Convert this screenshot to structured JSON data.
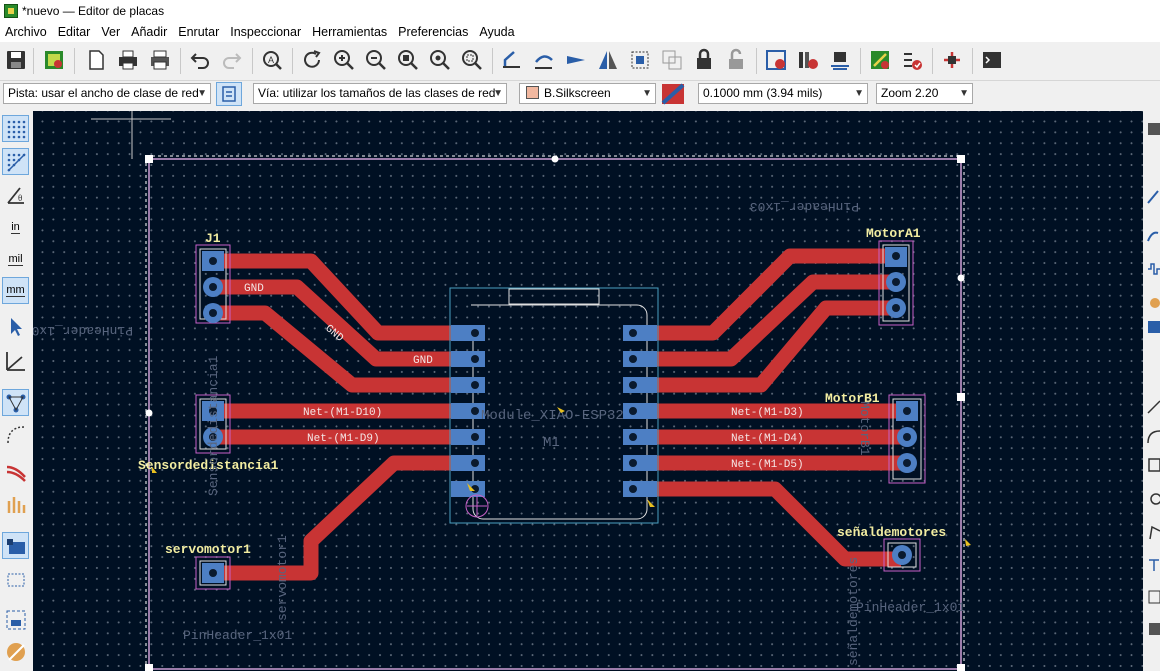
{
  "window": {
    "title": "*nuevo — Editor de placas"
  },
  "menu": [
    "Archivo",
    "Editar",
    "Ver",
    "Añadir",
    "Enrutar",
    "Inspeccionar",
    "Herramientas",
    "Preferencias",
    "Ayuda"
  ],
  "toolbar_icons": [
    "save-icon",
    "board-setup-icon",
    "page-settings-icon",
    "print-icon",
    "plot-icon",
    "undo-icon",
    "redo-icon",
    "find-icon",
    "refresh-icon",
    "zoom-in-icon",
    "zoom-out-icon",
    "zoom-fit-icon",
    "zoom-object-icon",
    "zoom-area-icon",
    "rotate-ccw-icon",
    "rotate-cw-icon",
    "flip-icon",
    "mirror-icon",
    "align-icon",
    "group-icon",
    "lock-icon",
    "unlock-icon",
    "update-pcb-icon",
    "footprint-library-icon",
    "footprint-editor-icon",
    "drc-icon",
    "board-stats-icon",
    "3d-viewer-icon",
    "scripting-console-icon"
  ],
  "options": {
    "track": "Pista: usar el ancho de clase de red",
    "via": "Vía: utilizar los tamaños de las clases de red",
    "layer": "B.Silkscreen",
    "layer_color": "#f2b8a0",
    "grid": "0.1000 mm (3.94 mils)",
    "zoom": "Zoom 2.20"
  },
  "left_tools": [
    "grid-icon",
    "grid-overlay-icon",
    "polar-coords-icon",
    "in",
    "mil",
    "mm",
    "cursor-icon",
    "measure-icon",
    "ratsnest-icon",
    "curved-ratsnest-icon",
    "net-highlight-icon",
    "fill-zones-icon",
    "show-pads-icon",
    "layers-icon",
    "hide-icon",
    "drc-marker-icon"
  ],
  "colors": {
    "canvas_bg": "#001023",
    "track": "#c83434",
    "pad": "#4d7fc4",
    "silk": "#f2eda1",
    "fab": "#58657e",
    "edge": "#d0a0d8"
  },
  "pcb": {
    "footprints": {
      "j1_ref": "J1",
      "j1_val": "PinHeader_1x03",
      "sensor_ref": "Sensordedistancia1",
      "sensor_val": "Sensordedistancia1",
      "servo_ref": "servomotor1",
      "servo_val": "servomotor1",
      "servo_pkg": "PinHeader_1x01",
      "motorA_ref": "MotorA1",
      "motorA_val": "PinHeader_1x03",
      "motorB_ref": "MotorB1",
      "motorB_val": "MotorB1",
      "senal_ref": "señaldemotores",
      "senal_val": "señaldemotores",
      "senal_pkg": "PinHeader_1x01",
      "module_val": "Module_XIAO-ESP32",
      "module_ref": "M1"
    },
    "nets": {
      "gnd_1": "GND",
      "gnd_2": "GND",
      "gnd_3": "GND",
      "d10": "Net-(M1-D10)",
      "d9": "Net-(M1-D9)",
      "d3": "Net-(M1-D3)",
      "d4": "Net-(M1-D4)",
      "d5": "Net-(M1-D5)"
    }
  }
}
